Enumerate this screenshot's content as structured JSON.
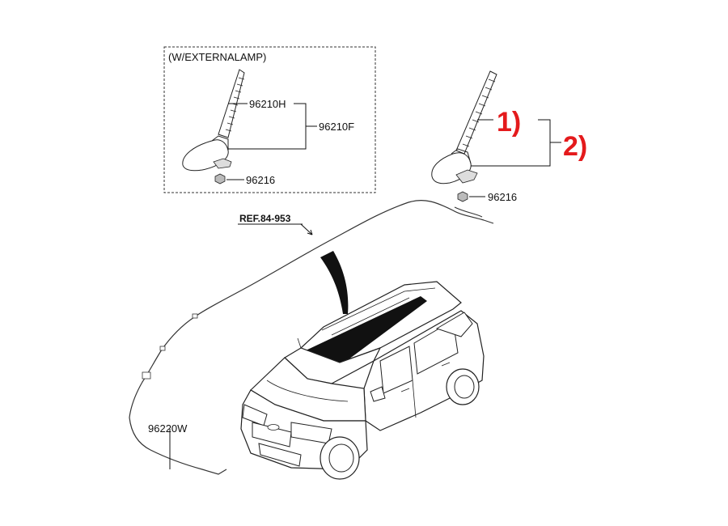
{
  "inset": {
    "title": "(W/EXTERNALAMP)",
    "labels": {
      "mast": "96210H",
      "assembly": "96210F",
      "nut": "96216"
    }
  },
  "main": {
    "markers": {
      "mast": "1)",
      "assembly": "2)"
    },
    "nut_label": "96216",
    "ref_label": "REF.84-953",
    "cable_label": "96220W"
  },
  "colors": {
    "marker": "#e41a1c",
    "line": "#111111"
  }
}
